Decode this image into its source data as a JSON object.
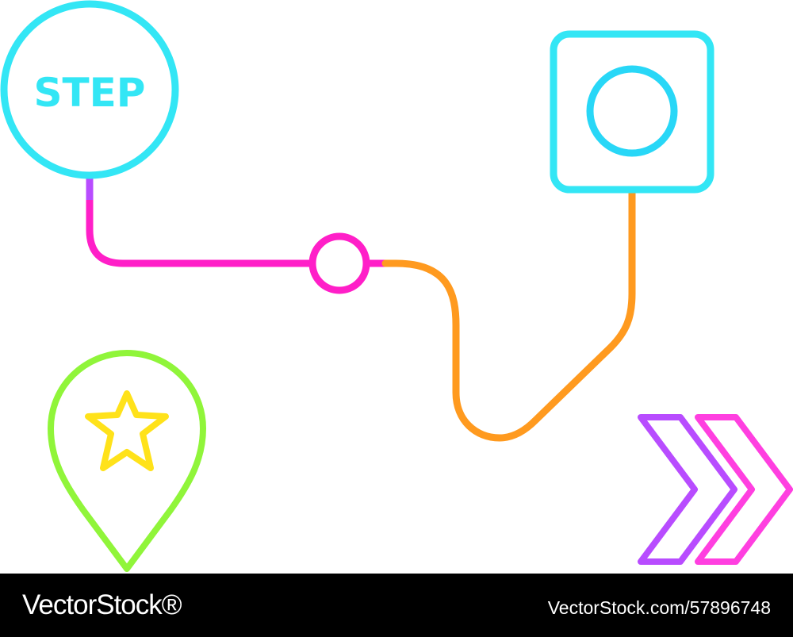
{
  "step_badge": {
    "label": "STEP"
  },
  "footer": {
    "brand": "VectorStock®",
    "image_ref": "VectorStock.com/57896748"
  },
  "icons": {
    "start": "circle-badge",
    "waypoint": "small-circle-node",
    "target": "square-with-circle-icon",
    "location": "map-pin-icon",
    "star": "star-icon",
    "next": "double-chevron-right-icon"
  },
  "colors": {
    "cyan": "#33e6f5",
    "blue": "#28d7f7",
    "magenta": "#ff1fc8",
    "violet": "#b84cff",
    "orange": "#ff9a1f",
    "green": "#90f53a",
    "yellow": "#ffe21a",
    "pink": "#ff3fe0"
  }
}
